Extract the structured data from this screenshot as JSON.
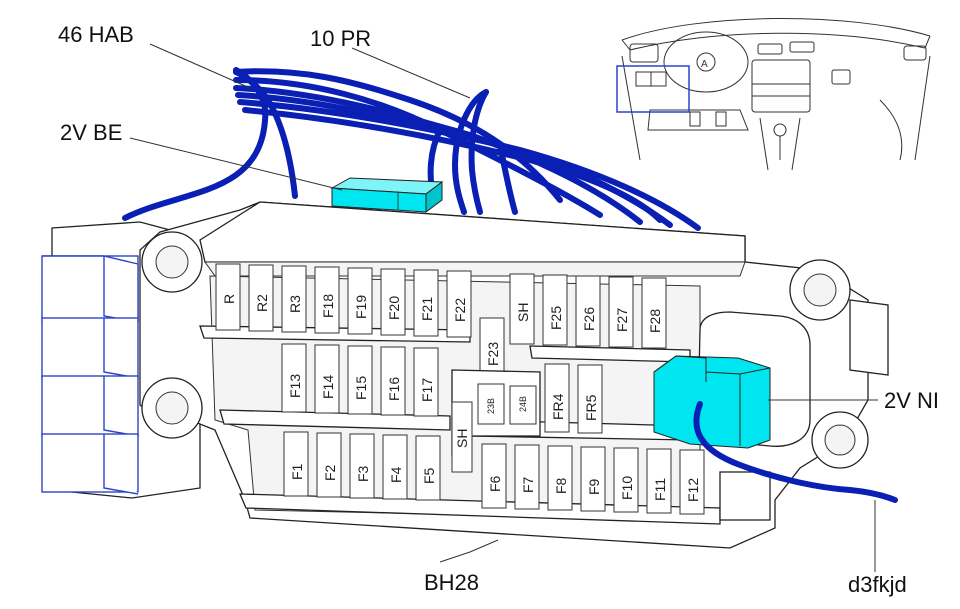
{
  "callouts": {
    "harness": "46 HAB",
    "connector_pr": "10 PR",
    "connector_be": "2V BE",
    "connector_ni": "2V NI",
    "fusebox": "BH28",
    "ground": "d3fkjd"
  },
  "fuses": {
    "top_row": [
      "R",
      "R2",
      "R3",
      "F18",
      "F19",
      "F20",
      "F21",
      "F22",
      "SH",
      "F25",
      "F26",
      "F27",
      "F28"
    ],
    "middle_row": [
      "F13",
      "F14",
      "F15",
      "F16",
      "F17",
      "F23",
      "FR4",
      "FR5"
    ],
    "small_relays": [
      "23B",
      "24B"
    ],
    "middle_shunt": "SH",
    "bottom_row": [
      "F1",
      "F2",
      "F3",
      "F4",
      "F5",
      "F6",
      "F7",
      "F8",
      "F9",
      "F10",
      "F11",
      "F12"
    ]
  },
  "colors": {
    "harness": "#0a1fb4",
    "connector": "#00e6f0",
    "relay_outline": "#2d43c8"
  },
  "icons": {
    "inset": "dashboard-locator-icon"
  }
}
